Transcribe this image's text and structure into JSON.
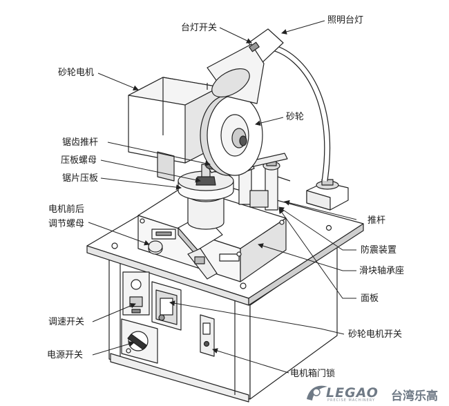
{
  "labels": {
    "lamp_switch": "台灯开关",
    "lamp": "照明台灯",
    "wheel_motor": "砂轮电机",
    "wheel": "砂轮",
    "saw_pusher": "锯齿推杆",
    "press_nut": "压板螺母",
    "blade_plate": "锯片压板",
    "motor_adjust_line1": "电机前后",
    "motor_adjust_line2": "调节螺母",
    "push_rod": "推杆",
    "shockproof": "防震装置",
    "slider_bearing": "滑块轴承座",
    "panel": "面板",
    "speed_switch": "调速开关",
    "wheel_motor_switch": "砂轮电机开关",
    "power_switch": "电源开关",
    "cabinet_lock": "电机箱门锁"
  },
  "brand": {
    "name_en": "LEGAO",
    "name_cn": "台湾乐高",
    "tagline": "PRECISE MACHINERY"
  },
  "colors": {
    "line": "#222222",
    "fill": "#ffffff",
    "shade": "#d8d8d8",
    "dark": "#555555",
    "brand": "#6f7a86"
  }
}
